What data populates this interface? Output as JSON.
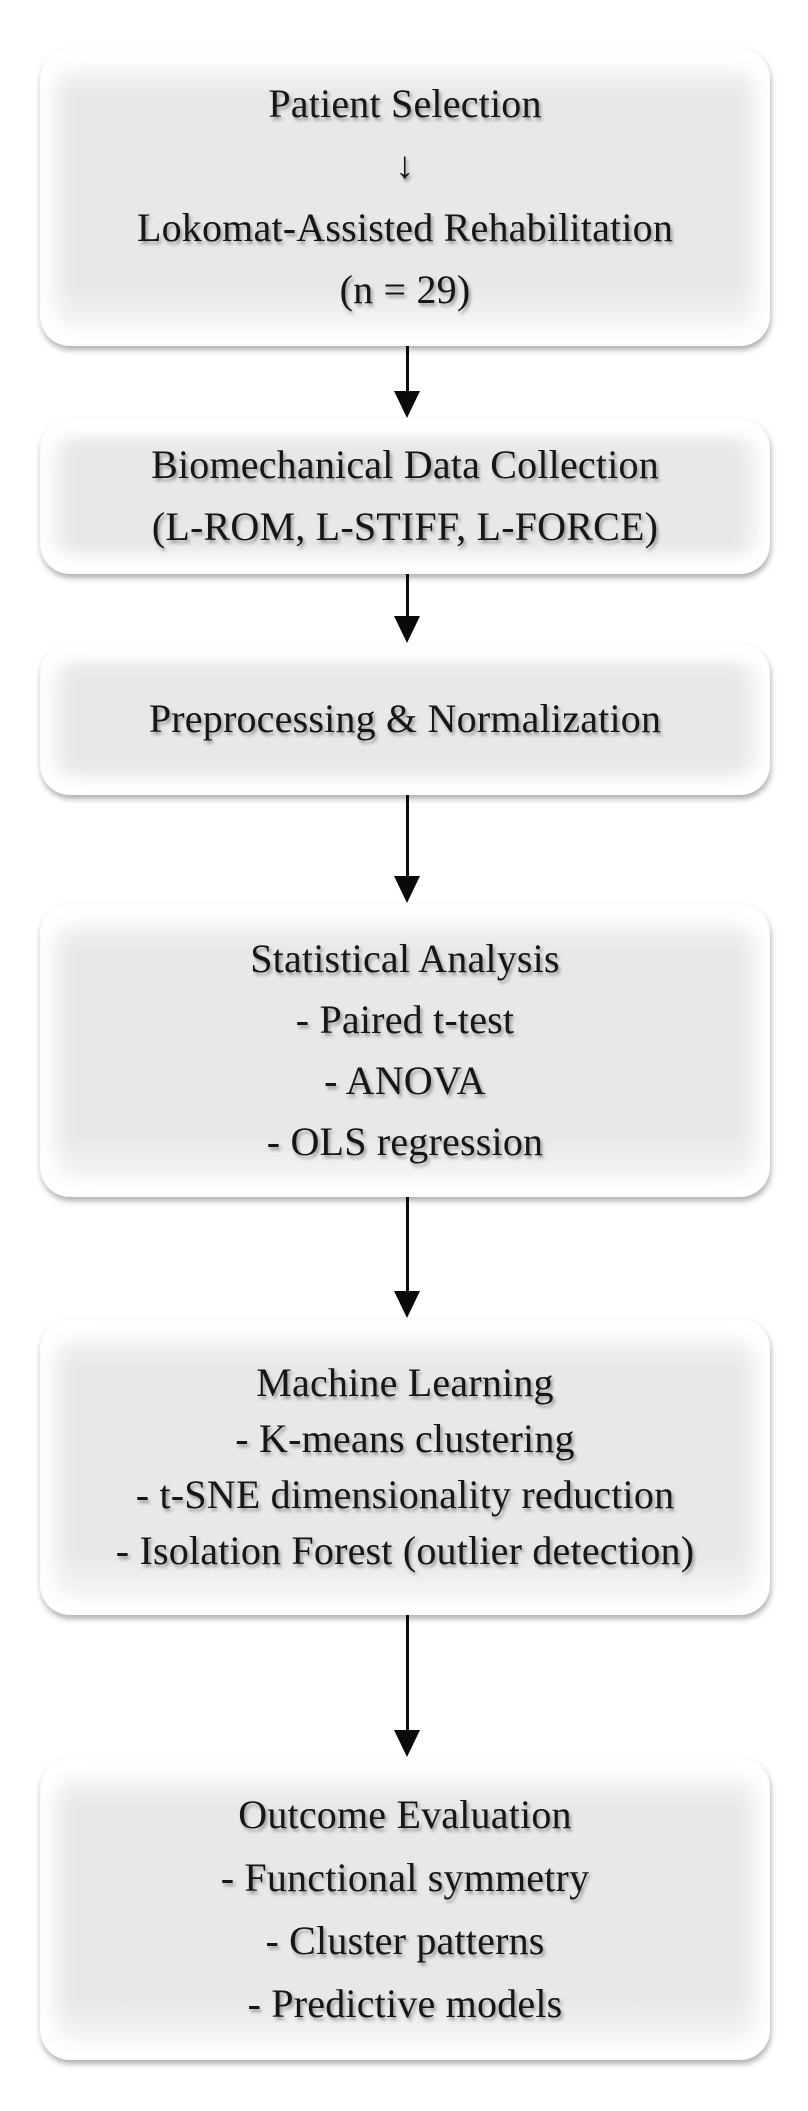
{
  "flowchart": {
    "title": "Lokomat rehabilitation study methodology flowchart",
    "colors": {
      "background": "#ffffff",
      "box_fill": "#e9e8e8",
      "box_highlight": "#ffffff",
      "text": "#161616",
      "arrow": "#0a0a0a"
    },
    "icons": {
      "inner_down_arrow": "↓",
      "connector_arrow": "down-triangle-arrow"
    },
    "boxes": [
      {
        "id": "patient-selection",
        "lines": [
          "Patient Selection",
          "↓",
          "Lokomat-Assisted Rehabilitation",
          "(n = 29)"
        ]
      },
      {
        "id": "biomechanical-data-collection",
        "lines": [
          "Biomechanical Data Collection",
          "(L-ROM, L-STIFF, L-FORCE)"
        ]
      },
      {
        "id": "preprocessing-normalization",
        "lines": [
          "Preprocessing & Normalization"
        ]
      },
      {
        "id": "statistical-analysis",
        "lines": [
          "Statistical Analysis",
          "- Paired t-test",
          "- ANOVA",
          "- OLS regression"
        ]
      },
      {
        "id": "machine-learning",
        "lines": [
          "Machine Learning",
          "- K-means clustering",
          "- t-SNE dimensionality reduction",
          "- Isolation Forest (outlier detection)"
        ]
      },
      {
        "id": "outcome-evaluation",
        "lines": [
          "Outcome Evaluation",
          "- Functional symmetry",
          "- Cluster patterns",
          "- Predictive models"
        ]
      }
    ]
  }
}
